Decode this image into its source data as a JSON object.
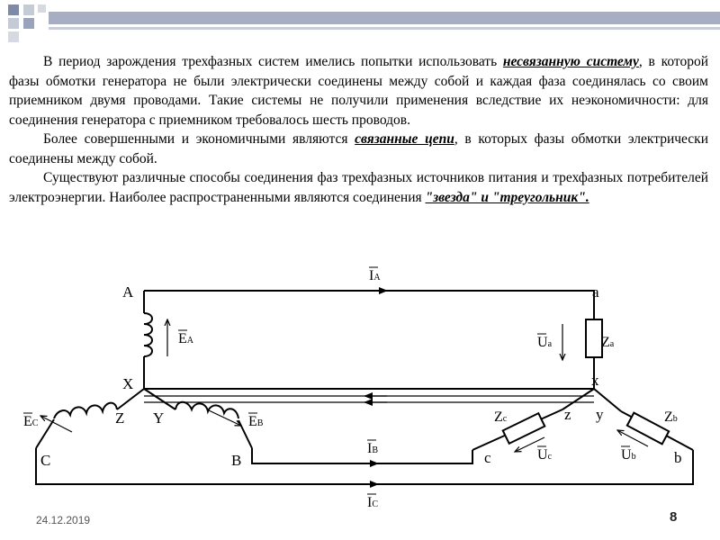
{
  "header": {
    "band_color": "#a7aec3",
    "square_colors": [
      "#7f8aa9",
      "#c5cad7",
      "#9aa3bb"
    ]
  },
  "text": {
    "p1_before": "В период зарождения трехфазных систем имелись попытки использовать ",
    "p1_emph": "несвязанную систему",
    "p1_after": ", в которой фазы обмотки генератора не были электрически соединены между собой и каждая фаза соединялась со своим приемником двумя проводами. Такие системы не получили применения вследствие их неэкономичности: для соединения генератора с приемником требовалось шесть проводов.",
    "p2_before": "Более совершенными и экономичными являются ",
    "p2_emph": "связанные цепи",
    "p2_after": ", в которых фазы обмотки электрически соединены между собой.",
    "p3_before": "Существуют различные способы соединения фаз трехфазных источников питания и трехфазных потребителей электроэнергии. Наиболее распространенными являются соединения ",
    "p3_emph": "\"звезда\" и \"треугольник\".",
    "p3_after": ""
  },
  "diagram": {
    "labels": {
      "A": "A",
      "X": "X",
      "a": "a",
      "x": "x",
      "Z": "Z",
      "Y": "Y",
      "C": "C",
      "B": "B",
      "z": "z",
      "y": "y",
      "c": "c",
      "b": "b"
    },
    "I_A": "I",
    "I_A_sub": "A",
    "I_B": "I",
    "I_B_sub": "B",
    "I_C": "I",
    "I_C_sub": "C",
    "E_A": "E",
    "E_A_sub": "A",
    "E_B": "E",
    "E_B_sub": "B",
    "E_C": "E",
    "E_C_sub": "C",
    "U_a": "U",
    "U_a_sub": "a",
    "U_b": "U",
    "U_b_sub": "b",
    "U_c": "U",
    "U_c_sub": "c",
    "Z_a": "Z",
    "Z_a_sub": "a",
    "Z_b": "Z",
    "Z_b_sub": "b",
    "Z_c": "Z",
    "Z_c_sub": "c"
  },
  "footer": {
    "date": "24.12.2019",
    "page": "8"
  }
}
